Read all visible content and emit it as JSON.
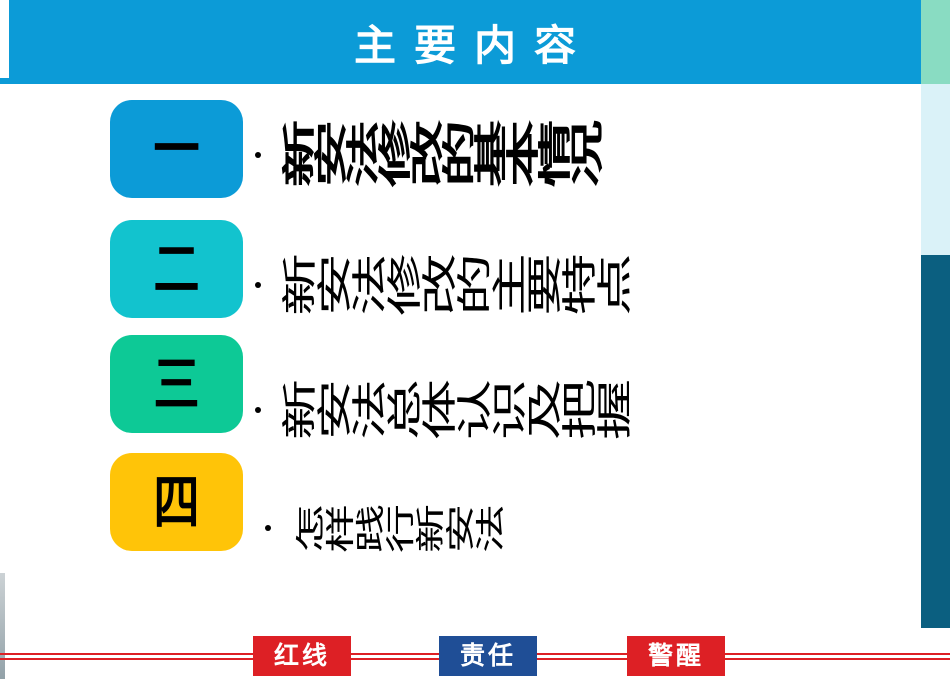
{
  "header": {
    "title": "主要内容"
  },
  "items": [
    {
      "num": "一",
      "label": "新安法修改的基本情况",
      "box_color": "#0c9bd7",
      "bold": true
    },
    {
      "num": "二",
      "label": "新安法修改的主要特点",
      "box_color": "#12c3ce",
      "bold": false
    },
    {
      "num": "三",
      "label": "新安法总体认识及把握",
      "box_color": "#0dc996",
      "bold": false
    },
    {
      "num": "四",
      "label": "怎样践行新安法",
      "box_color": "#ffc408",
      "bold": false
    }
  ],
  "footer": {
    "badges": [
      {
        "label": "红线",
        "color": "#dd2025"
      },
      {
        "label": "责任",
        "color": "#1f4e96"
      },
      {
        "label": "警醒",
        "color": "#dd2025"
      }
    ]
  },
  "icons": {
    "bullet": "dot"
  },
  "colors": {
    "header_blue": "#0c9bd7",
    "strip_mint": "#89dcc2",
    "strip_lightblue": "#daf2f8",
    "strip_darkteal": "#0b5f80",
    "rule_red": "#dd2025",
    "number_text": "#000000",
    "title_text": "#ffffff"
  }
}
